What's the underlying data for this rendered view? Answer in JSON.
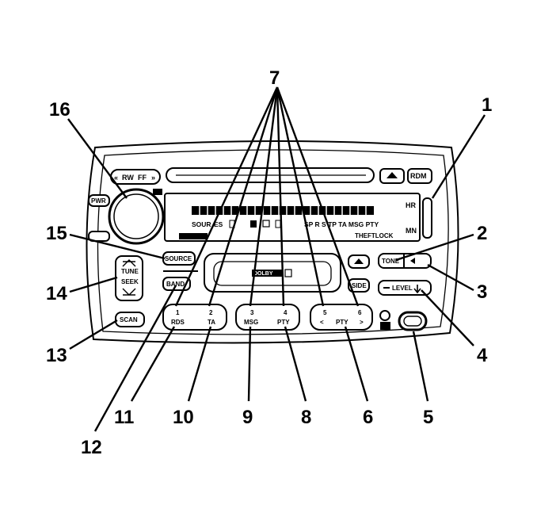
{
  "callouts": {
    "c1": "1",
    "c2": "2",
    "c3": "3",
    "c4": "4",
    "c5": "5",
    "c6": "6",
    "c7": "7",
    "c8": "8",
    "c9": "9",
    "c10": "10",
    "c11": "11",
    "c12": "12",
    "c13": "13",
    "c14": "14",
    "c15": "15",
    "c16": "16"
  },
  "buttons": {
    "rw": "RW",
    "ff": "FF",
    "rdm": "RDM",
    "pwr": "PWR",
    "source": "SOURCE",
    "band": "BAND",
    "tone": "TONE",
    "level": "LEVEL",
    "scan": "SCAN",
    "side": "SIDE",
    "tune": "TUNE",
    "seek": "SEEK",
    "dolby": "DOLBY"
  },
  "presets": {
    "p1_num": "1",
    "p1_lbl": "RDS",
    "p2_num": "2",
    "p2_lbl": "TA",
    "p3_num": "3",
    "p3_lbl": "MSG",
    "p4_num": "4",
    "p4_lbl": "PTY",
    "p5_num": "5",
    "p6_num": "6",
    "p56_lbl": "PTY",
    "prev_arrow": "<",
    "next_arrow": ">"
  },
  "display": {
    "hr": "HR",
    "mn": "MN",
    "row_left": "SOUR",
    "row_mid": "ES",
    "row_right": "SP R S TP  TA MSG PTY",
    "brand": "THEFTLOCK"
  }
}
